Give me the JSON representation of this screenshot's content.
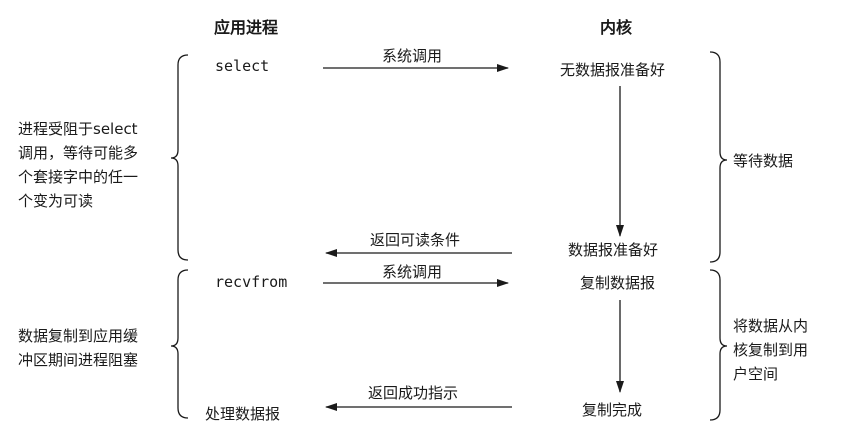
{
  "headers": {
    "app": "应用进程",
    "kernel": "内核"
  },
  "app_column": {
    "select": "select",
    "recvfrom": "recvfrom",
    "process": "处理数据报"
  },
  "kernel_column": {
    "no_data": "无数据报准备好",
    "data_ready": "数据报准备好",
    "copying": "复制数据报",
    "copy_done": "复制完成"
  },
  "arrows": {
    "syscall_1": "系统调用",
    "return_readable": "返回可读条件",
    "syscall_2": "系统调用",
    "return_success": "返回成功指示"
  },
  "left_notes": {
    "blocked_select": [
      "进程受阻于select",
      "调用，等待可能多",
      "个套接字中的任一",
      "个变为可读"
    ],
    "blocked_copy": [
      "数据复制到应用缓",
      "冲区期间进程阻塞"
    ]
  },
  "right_notes": {
    "wait_data": "等待数据",
    "copy_data": [
      "将数据从内",
      "核复制到用",
      "户空间"
    ]
  }
}
